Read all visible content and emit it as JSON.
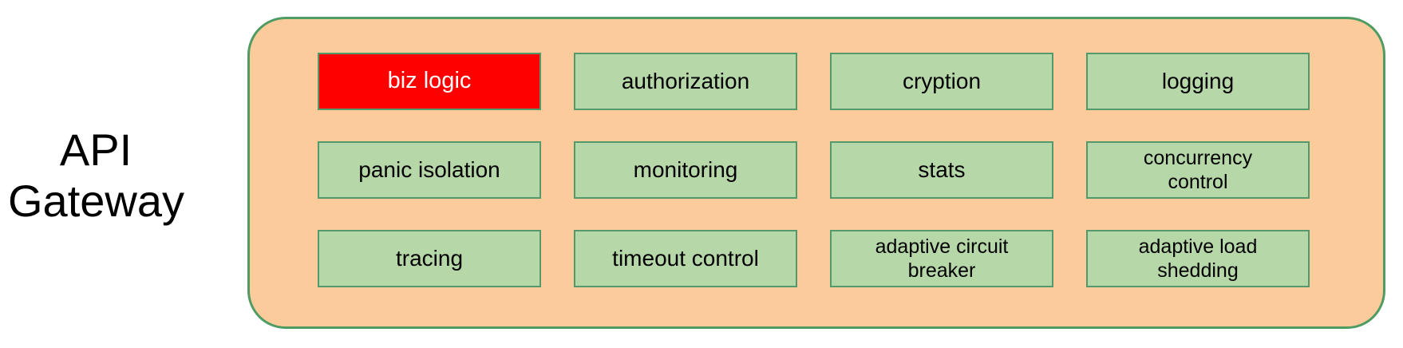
{
  "diagram": {
    "title": {
      "line1": "API",
      "line2": "Gateway"
    },
    "colors": {
      "container_fill": "#FBCB9B",
      "container_border": "#4F9C63",
      "box_fill": "#B6D7A8",
      "box_border": "#54996A",
      "highlight_fill": "#FF0000",
      "highlight_text": "#FFFFFF",
      "text": "#000000"
    },
    "boxes": [
      {
        "label": "biz logic",
        "highlighted": true
      },
      {
        "label": "authorization",
        "highlighted": false
      },
      {
        "label": "cryption",
        "highlighted": false
      },
      {
        "label": "logging",
        "highlighted": false
      },
      {
        "label": "panic isolation",
        "highlighted": false
      },
      {
        "label": "monitoring",
        "highlighted": false
      },
      {
        "label": "stats",
        "highlighted": false
      },
      {
        "label": "concurrency control",
        "highlighted": false
      },
      {
        "label": "tracing",
        "highlighted": false
      },
      {
        "label": "timeout control",
        "highlighted": false
      },
      {
        "label": "adaptive circuit breaker",
        "highlighted": false
      },
      {
        "label": "adaptive load shedding",
        "highlighted": false
      }
    ]
  }
}
